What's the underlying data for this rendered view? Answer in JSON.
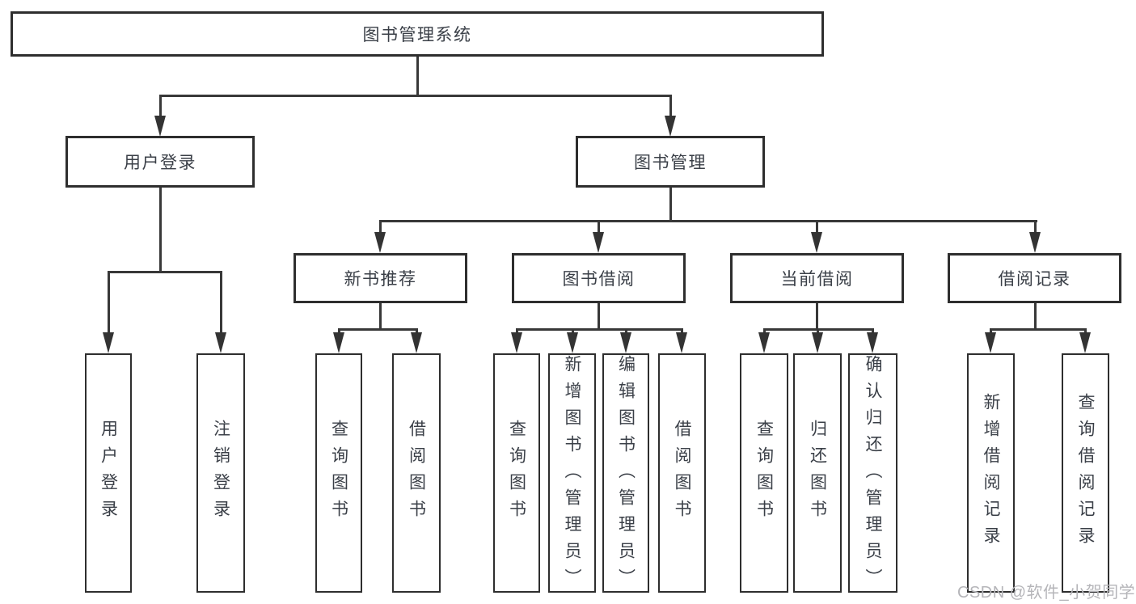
{
  "diagram": {
    "root": {
      "label": "图书管理系统"
    },
    "branches": [
      {
        "label": "用户登录",
        "children": [
          {
            "label": "用户登录"
          },
          {
            "label": "注销登录"
          }
        ]
      },
      {
        "label": "图书管理",
        "groups": [
          {
            "label": "新书推荐",
            "children": [
              {
                "label": "查询图书"
              },
              {
                "label": "借阅图书"
              }
            ]
          },
          {
            "label": "图书借阅",
            "children": [
              {
                "label": "查询图书"
              },
              {
                "label": "新增图书（管理员）"
              },
              {
                "label": "编辑图书（管理员）"
              },
              {
                "label": "借阅图书"
              }
            ]
          },
          {
            "label": "当前借阅",
            "children": [
              {
                "label": "查询图书"
              },
              {
                "label": "归还图书"
              },
              {
                "label": "确认归还（管理员）"
              }
            ]
          },
          {
            "label": "借阅记录",
            "children": [
              {
                "label": "新增借阅记录"
              },
              {
                "label": "查询借阅记录"
              }
            ]
          }
        ]
      }
    ]
  },
  "watermark": {
    "text": "CSDN @软件_小贺同学"
  },
  "colors": {
    "background": "#ffffff",
    "box_border": "#2e2e2e",
    "connector_line": "#383838",
    "text": "#3a3f47",
    "watermark_text": "#b5b5b9"
  }
}
